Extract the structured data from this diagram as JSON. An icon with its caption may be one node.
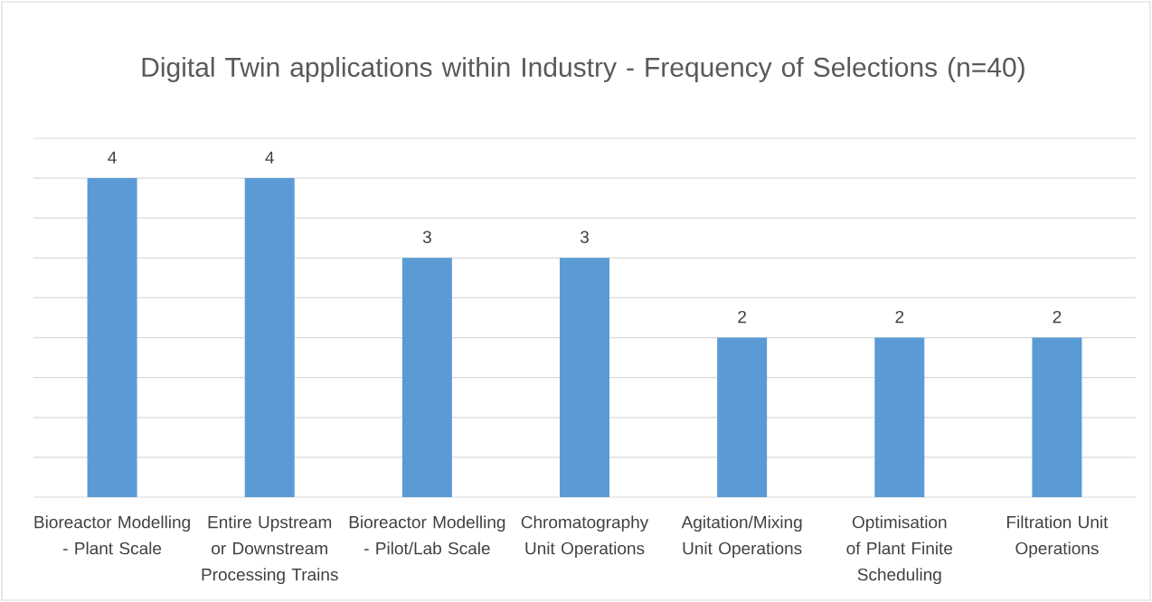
{
  "diagram": {
    "chart_data": {
      "type": "bar",
      "title": "Digital Twin applications within Industry - Frequency of Selections (n=40)",
      "categories": [
        "Bioreactor Modelling - Plant Scale",
        "Entire Upstream or Downstream Processing Trains",
        "Bioreactor Modelling - Pilot/Lab Scale",
        "Chromatography Unit Operations",
        "Agitation/Mixing Unit Operations",
        "Optimisation of Plant Finite Scheduling",
        "Filtration Unit Operations"
      ],
      "series": [
        {
          "color": "#5b9bd5",
          "values": [
            4,
            4,
            3,
            3,
            2,
            2,
            2
          ]
        }
      ],
      "ylim": [
        0,
        4.5
      ],
      "data_labels": true
    }
  }
}
